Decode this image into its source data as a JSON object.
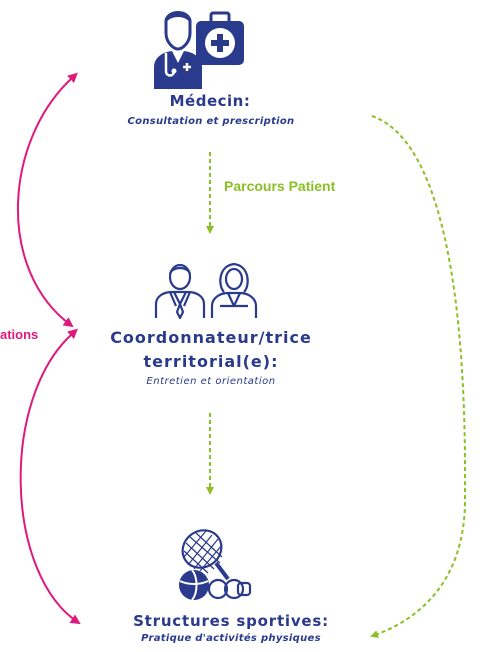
{
  "colors": {
    "navy": "#2a3a8c",
    "green": "#8cbf26",
    "magenta": "#e0187d"
  },
  "nodes": {
    "medecin": {
      "icon": "doctor-medical-bag-icon",
      "title": "Médecin:",
      "subtitle": "Consultation et prescription"
    },
    "coordonnateur": {
      "icon": "two-persons-icon",
      "title_line1": "Coordonnateur/trice",
      "title_line2": "territorial(e):",
      "subtitle": "Entretien et orientation"
    },
    "structures": {
      "icon": "sports-equipment-icon",
      "title": "Structures sportives:",
      "subtitle": "Pratique d'activités physiques"
    }
  },
  "labels": {
    "parcours": "Parcours Patient",
    "left_partial": "ations"
  }
}
